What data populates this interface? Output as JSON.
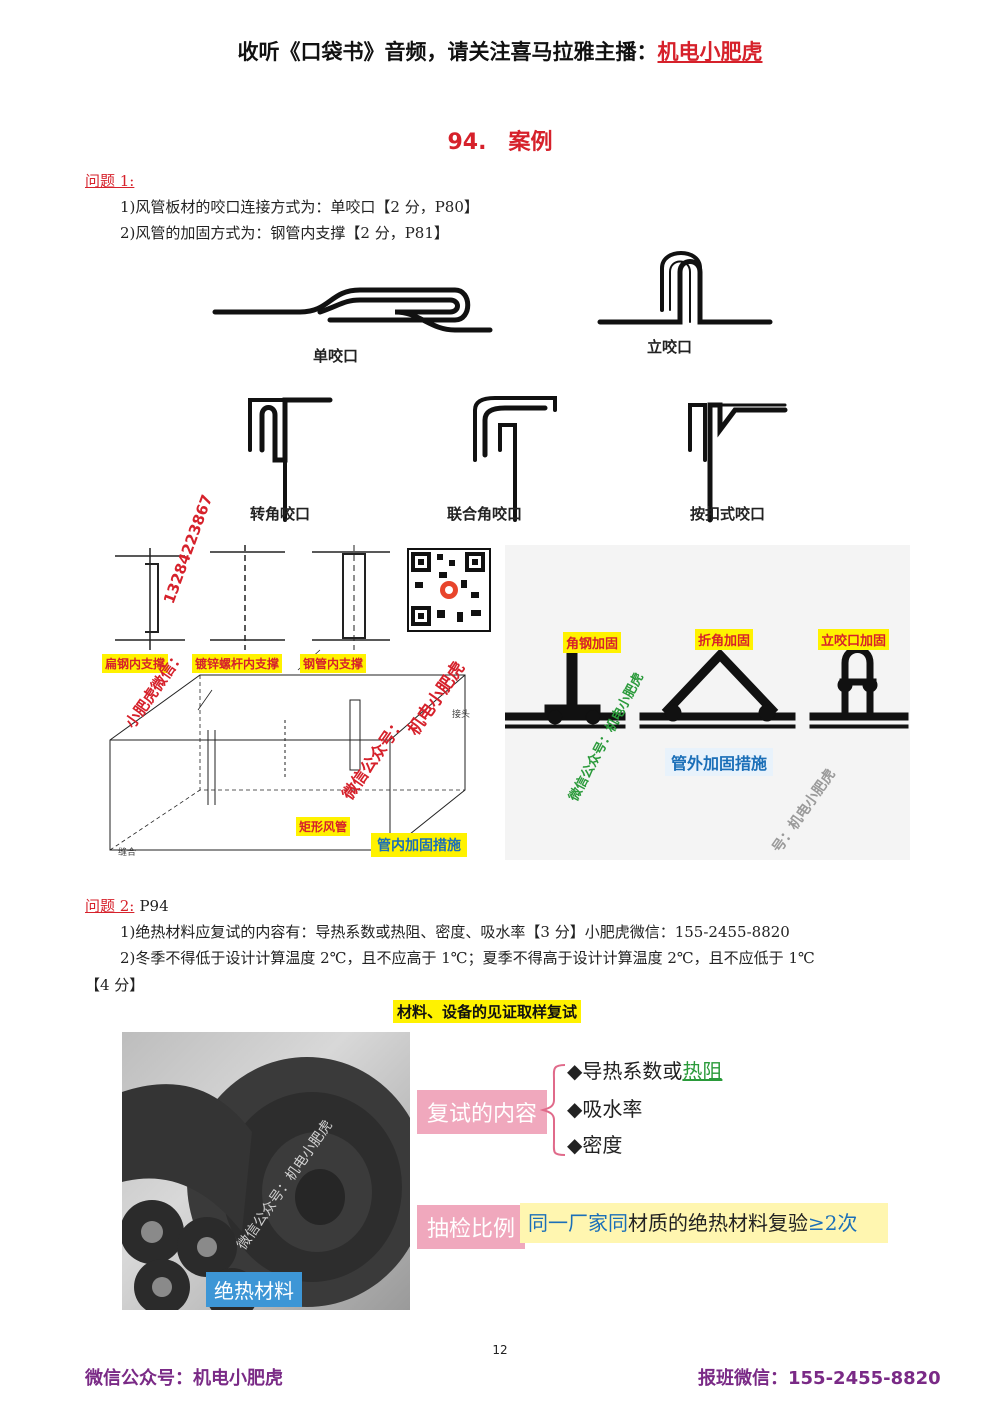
{
  "header": {
    "prefix": "收听《口袋书》音频，请关注喜马拉雅主播：",
    "name": "机电小肥虎"
  },
  "title": "94.　案例",
  "q1": {
    "label": "问题 1:",
    "line1": "1)风管板材的咬口连接方式为：单咬口【2 分，P80】",
    "line2": "2)风管的加固方式为：钢管内支撑【2 分，P81】"
  },
  "seams": {
    "single": "单咬口",
    "standing": "立咬口",
    "corner": "转角咬口",
    "combined_corner": "联合角咬口",
    "snap": "按扣式咬口"
  },
  "reinforce": {
    "flat_steel": "扁钢内支撑",
    "galv_rod": "镀锌螺杆内支撑",
    "steel_pipe": "钢管内支撑",
    "rect_duct": "矩形风管",
    "inner_caption": "管内加固措施",
    "angle": "角钢加固",
    "fold": "折角加固",
    "standing_seam": "立咬口加固",
    "outer_caption": "管外加固措施",
    "small_label_1": "接头",
    "small_label_2": "缝合"
  },
  "watermarks": {
    "wm1": "13284223867",
    "wm2": "小肥虎微信：",
    "wm3": "机电小肥虎",
    "wm4": "微信公众号：",
    "wm5": "微信公众号：机电小肥虎",
    "wm6": "号：机电小肥虎",
    "wm7": "微信公众号：机电小肥虎"
  },
  "q2": {
    "label": "问题 2:",
    "page": "P94",
    "line1": "1)绝热材料应复试的内容有：导热系数或热阻、密度、吸水率【3 分】小肥虎微信：155-2455-8820",
    "line2": "2)冬季不得低于设计计算温度 2℃，且不应高于 1℃；夏季不得高于设计计算温度 2℃，且不应低于 1℃",
    "line3": "【4 分】"
  },
  "witness": {
    "title": "材料、设备的见证取样复试",
    "photo_label": "绝热材料",
    "retest_label": "复试的内容",
    "item1_prefix": "导热系数或",
    "item1_highlight": "热阻",
    "item2": "吸水率",
    "item3": "密度",
    "sampling_label": "抽检比例",
    "sampling_a": "同一厂家",
    "sampling_b": "同",
    "sampling_c": "材质的绝热材料复验",
    "sampling_d": "≥2次"
  },
  "page_number": "12",
  "footer": {
    "left": "微信公众号：机电小肥虎",
    "right": "报班微信：155-2455-8820"
  },
  "colors": {
    "red": "#d6212b",
    "purple": "#7a2a86",
    "yellow": "#fff200",
    "blue": "#1b6fb8",
    "pink": "#f0a8bd",
    "green": "#2a9a3a"
  }
}
